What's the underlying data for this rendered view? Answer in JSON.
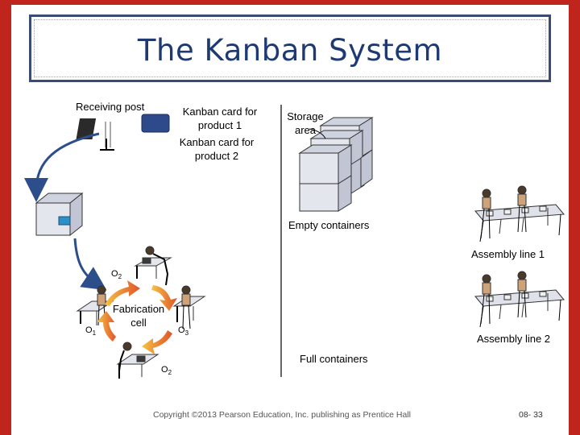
{
  "title": "The Kanban System",
  "labels": {
    "receiving_post": "Receiving post",
    "kanban_card_1": "Kanban card for\nproduct 1",
    "kanban_card_2": "Kanban card for\nproduct 2",
    "storage_area": "Storage\narea",
    "empty_containers": "Empty containers",
    "assembly_line_1": "Assembly line 1",
    "assembly_line_2": "Assembly line 2",
    "full_containers": "Full containers",
    "fabrication_cell": "Fabrication\ncell",
    "o1": "O",
    "o1_sub": "1",
    "o2_top": "O",
    "o2_top_sub": "2",
    "o2_bottom": "O",
    "o2_bottom_sub": "2",
    "o3": "O",
    "o3_sub": "3"
  },
  "footer": {
    "copyright": "Copyright ©2013 Pearson Education, Inc. publishing as Prentice Hall",
    "slide_number": "08- 33"
  },
  "colors": {
    "frame": "#c0251d",
    "title_text": "#1f3a73",
    "title_border": "#3a4c73",
    "arrow_blue": "#2c4e8a",
    "cycle_arrow_start": "#f6c343",
    "cycle_arrow_end": "#e0542a",
    "container_fill": "#e4e6ee"
  }
}
